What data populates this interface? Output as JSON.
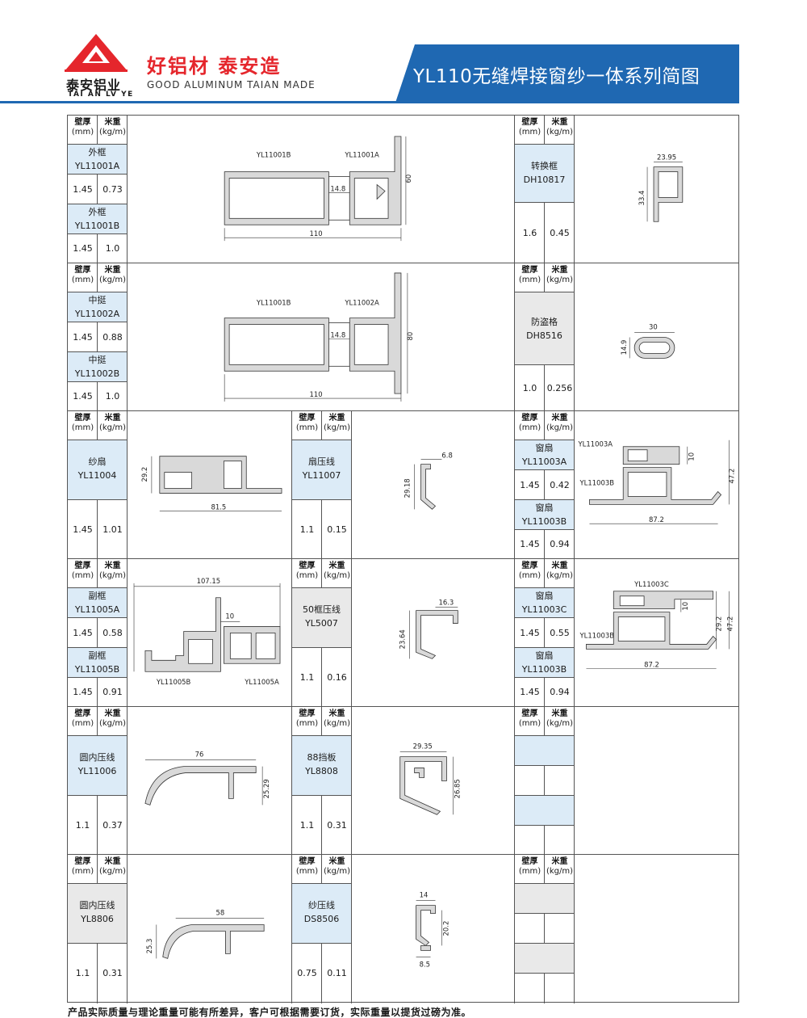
{
  "brand": {
    "logo_cn": "泰安铝业",
    "logo_en": "TAI AN LV YE",
    "slogan_cn": "好铝材 泰安造",
    "slogan_en": "GOOD ALUMINUM TAIAN MADE",
    "accent": "#e5262c",
    "blue": "#1f68b2"
  },
  "title": "YL110无缝焊接窗纱一体系列简图",
  "hdr": {
    "thick": "壁厚",
    "thick_unit": "(mm)",
    "weight": "米重",
    "weight_unit": "(kg/m)"
  },
  "profiles": {
    "outer_a": {
      "name": "外框",
      "code": "YL11001A",
      "t": "1.45",
      "w": "0.73"
    },
    "outer_b": {
      "name": "外框",
      "code": "YL11001B",
      "t": "1.45",
      "w": "1.0"
    },
    "mid_a": {
      "name": "中挺",
      "code": "YL11002A",
      "t": "1.45",
      "w": "0.88"
    },
    "mid_b": {
      "name": "中挺",
      "code": "YL11002B",
      "t": "1.45",
      "w": "1.0"
    },
    "conv": {
      "name": "转换框",
      "code": "DH10817",
      "t": "1.6",
      "w": "0.45"
    },
    "anti": {
      "name": "防盗格",
      "code": "DH8516",
      "t": "1.0",
      "w": "0.256"
    },
    "screen": {
      "name": "纱扇",
      "code": "YL11004",
      "t": "1.45",
      "w": "1.01"
    },
    "sash_bead": {
      "name": "扇压线",
      "code": "YL11007",
      "t": "1.1",
      "w": "0.15"
    },
    "sash_a": {
      "name": "窗扇",
      "code": "YL11003A",
      "t": "1.45",
      "w": "0.42"
    },
    "sash_b": {
      "name": "窗扇",
      "code": "YL11003B",
      "t": "1.45",
      "w": "0.94"
    },
    "sub_a": {
      "name": "副框",
      "code": "YL11005A",
      "t": "1.45",
      "w": "0.58"
    },
    "sub_b": {
      "name": "副框",
      "code": "YL11005B",
      "t": "1.45",
      "w": "0.91"
    },
    "bead50": {
      "name": "50框压线",
      "code": "YL5007",
      "t": "1.1",
      "w": "0.16"
    },
    "sash_c": {
      "name": "窗扇",
      "code": "YL11003C",
      "t": "1.45",
      "w": "0.55"
    },
    "sash_b2": {
      "name": "窗扇",
      "code": "YL11003B",
      "t": "1.45",
      "w": "0.94"
    },
    "round_in": {
      "name": "圆内压线",
      "code": "YL11006",
      "t": "1.1",
      "w": "0.37"
    },
    "stop88": {
      "name": "88挡板",
      "code": "YL8808",
      "t": "1.1",
      "w": "0.31"
    },
    "round_in2": {
      "name": "圆内压线",
      "code": "YL8806",
      "t": "1.1",
      "w": "0.31"
    },
    "net_bead": {
      "name": "纱压线",
      "code": "DS8506",
      "t": "0.75",
      "w": "0.11"
    }
  },
  "dims": {
    "r1": {
      "l1": "YL11001B",
      "l2": "YL11001A",
      "w": "110",
      "h": "60",
      "g": "14.8"
    },
    "r2": {
      "l1": "YL11001B",
      "l2": "YL11002A",
      "w": "110",
      "h": "80",
      "g": "14.8"
    },
    "conv": {
      "w": "23.95",
      "h": "33.4"
    },
    "anti": {
      "w": "30",
      "h": "14.9"
    },
    "screen": {
      "w": "81.5",
      "h": "29.2"
    },
    "sash_bead": {
      "w": "6.8",
      "h": "29.18"
    },
    "sash_ab": {
      "l1": "YL11003A",
      "l2": "YL11003B",
      "w": "87.2",
      "h": "47.2",
      "g": "10"
    },
    "sub": {
      "w": "107.15",
      "g": "10",
      "l1": "YL11005B",
      "l2": "YL11005A"
    },
    "bead50": {
      "w": "16.3",
      "h": "23.64"
    },
    "sash_cb": {
      "l1": "YL11003C",
      "l2": "YL11003B",
      "w": "87.2",
      "h": "47.2",
      "h2": "29.2",
      "g": "10"
    },
    "round_in": {
      "w": "76",
      "h": "25.29"
    },
    "stop88": {
      "w": "29.35",
      "h": "26.85"
    },
    "round_in2": {
      "w": "58",
      "h": "25.3"
    },
    "net_bead": {
      "w": "14",
      "h": "20.2",
      "b": "8.5"
    }
  },
  "footer": "产品实际质量与理论重量可能有所差异，客户可根据需要订货，实际重量以提货过磅为准。"
}
